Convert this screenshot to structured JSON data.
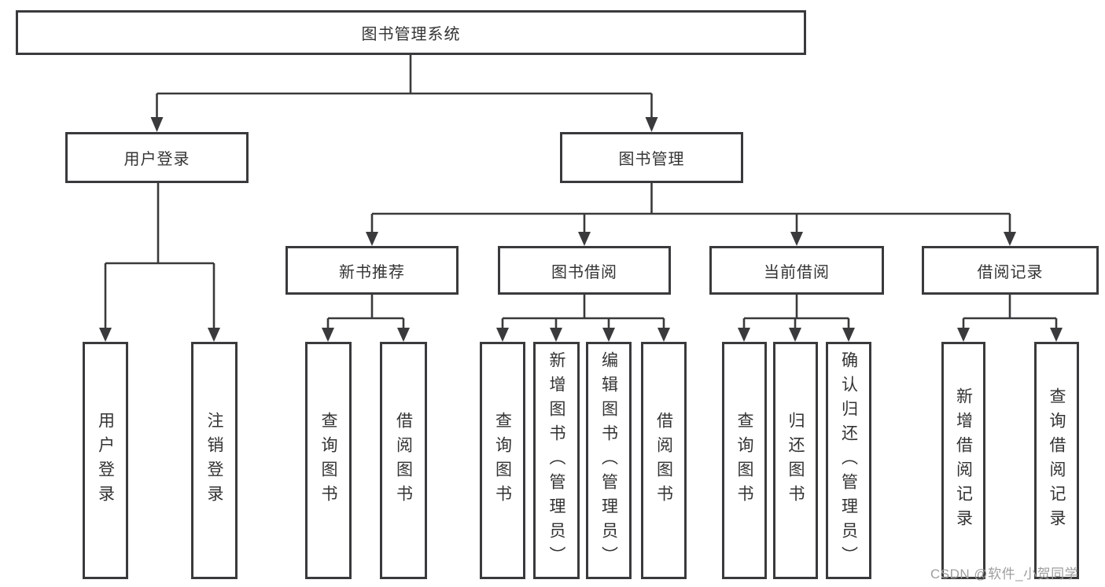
{
  "watermark": "CSDN @软件_小贺同学",
  "colors": {
    "line": "#3a3a3c",
    "text": "#333333",
    "watermark": "#9e9e9e",
    "background": "#ffffff"
  },
  "tree": {
    "root": "图书管理系统",
    "branches": [
      {
        "label": "用户登录",
        "children": [
          "用户登录",
          "注销登录"
        ]
      },
      {
        "label": "图书管理",
        "groups": [
          {
            "label": "新书推荐",
            "children": [
              "查询图书",
              "借阅图书"
            ]
          },
          {
            "label": "图书借阅",
            "children": [
              "查询图书",
              "新增图书（管理员）",
              "编辑图书（管理员）",
              "借阅图书"
            ]
          },
          {
            "label": "当前借阅",
            "children": [
              "查询图书",
              "归还图书",
              "确认归还（管理员）"
            ]
          },
          {
            "label": "借阅记录",
            "children": [
              "新增借阅记录",
              "查询借阅记录"
            ]
          }
        ]
      }
    ]
  }
}
